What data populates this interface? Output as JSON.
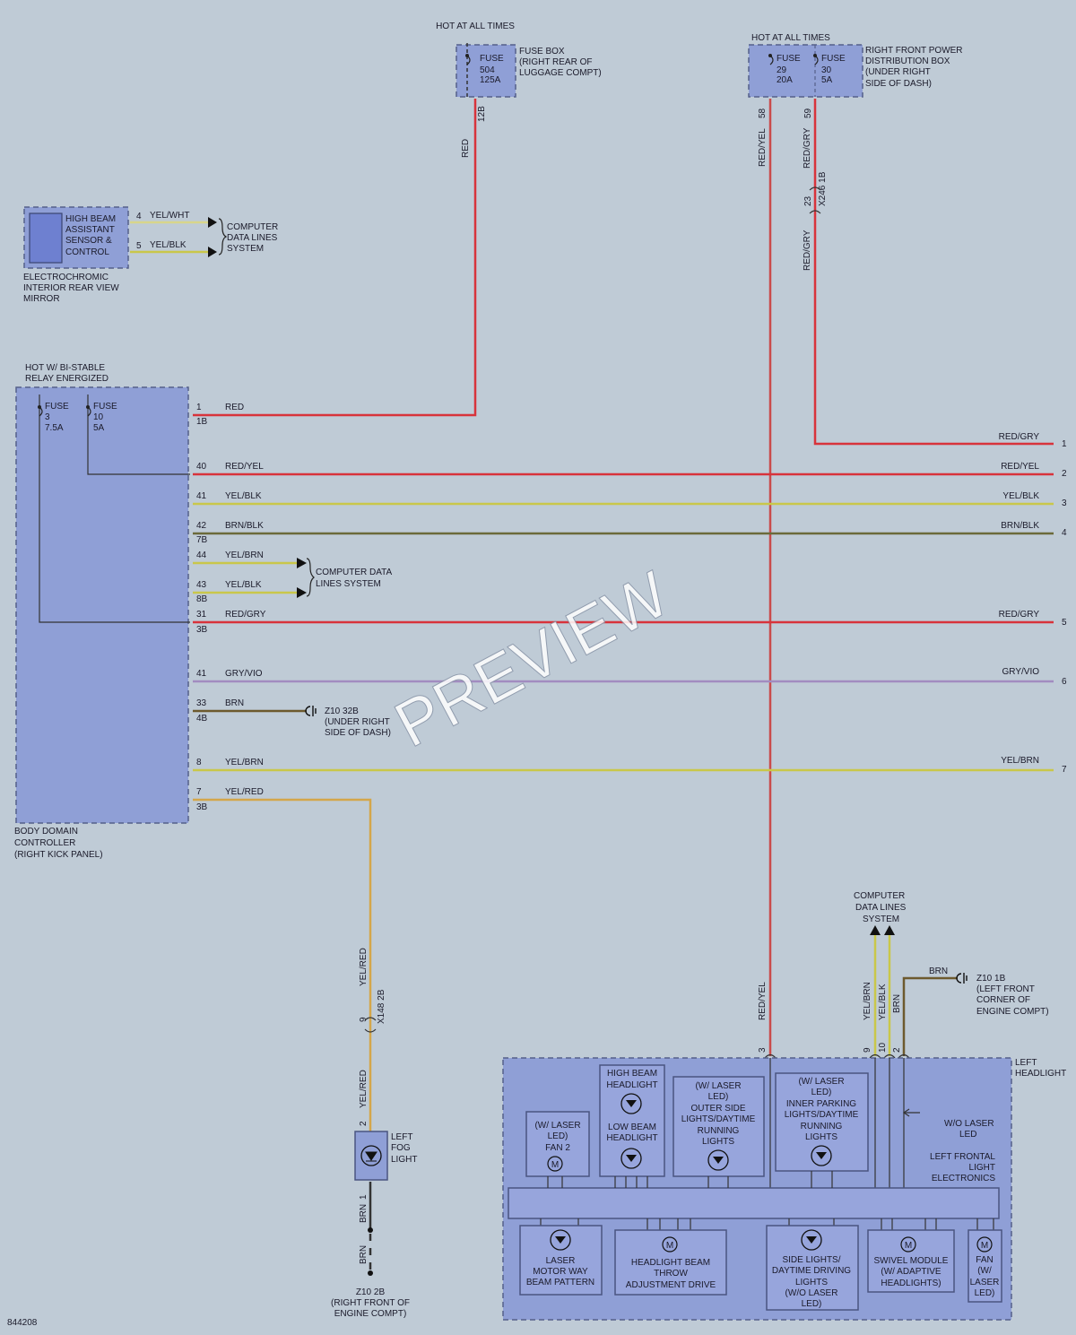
{
  "diagram_id": "844208",
  "watermark": "PREVIEW",
  "colors": {
    "background": "#bfcbd6",
    "red": "#d8333b",
    "yellow": "#c9c74a",
    "brown_black": "#6b6a3a",
    "gray_violet": "#a28cc0",
    "yellow_red": "#d4a64a",
    "brown": "#6d5a2e",
    "red_yellow": "#c94b4b",
    "component": "#8f9fd6"
  },
  "fuse_box_rear": {
    "hot": "HOT AT ALL TIMES",
    "fuse": "FUSE",
    "fuse_no": "504",
    "fuse_rating": "125A",
    "label_1": "FUSE BOX",
    "label_2": "(RIGHT REAR OF",
    "label_3": "LUGGAGE COMPT)",
    "pin": "12B",
    "wire": "RED"
  },
  "fuse_box_front": {
    "hot": "HOT AT ALL TIMES",
    "fuse_a": "FUSE",
    "fuse_a_no": "29",
    "fuse_a_rating": "20A",
    "fuse_b": "FUSE",
    "fuse_b_no": "30",
    "fuse_b_rating": "5A",
    "label_1": "RIGHT FRONT POWER",
    "label_2": "DISTRIBUTION BOX",
    "label_3": "(UNDER RIGHT",
    "label_4": "SIDE OF DASH)",
    "pin_a": "58",
    "pin_b": "59",
    "wire_a": "RED/YEL",
    "wire_b": "RED/GRY",
    "conn_pin": "23",
    "conn": "X246 1B",
    "wire_b2": "RED/GRY"
  },
  "mirror": {
    "box_1": "HIGH BEAM",
    "box_2": "ASSISTANT",
    "box_3": "SENSOR &",
    "box_4": "CONTROL",
    "label_1": "ELECTROCHROMIC",
    "label_2": "INTERIOR REAR VIEW",
    "label_3": "MIRROR",
    "pin_1": "4",
    "pin_2": "5",
    "wire_1": "YEL/WHT",
    "wire_2": "YEL/BLK",
    "dest_1": "COMPUTER",
    "dest_2": "DATA LINES",
    "dest_3": "SYSTEM"
  },
  "bdc": {
    "hot_1": "HOT W/ BI-STABLE",
    "hot_2": "RELAY ENERGIZED",
    "fuse_a": "FUSE",
    "fuse_a_no": "3",
    "fuse_a_rating": "7.5A",
    "fuse_b": "FUSE",
    "fuse_b_no": "10",
    "fuse_b_rating": "5A",
    "label_1": "BODY DOMAIN",
    "label_2": "CONTROLLER",
    "label_3": "(RIGHT KICK PANEL)"
  },
  "bdc_lines": [
    {
      "pin": "1",
      "conn": "1B",
      "wire": "RED"
    },
    {
      "pin": "40",
      "conn": "",
      "wire": "RED/YEL",
      "right": "RED/YEL",
      "num": "2"
    },
    {
      "pin": "41",
      "conn": "",
      "wire": "YEL/BLK",
      "right": "YEL/BLK",
      "num": "3"
    },
    {
      "pin": "42",
      "conn": "7B",
      "wire": "BRN/BLK",
      "right": "BRN/BLK",
      "num": "4"
    },
    {
      "pin": "44",
      "conn": "",
      "wire": "YEL/BRN"
    },
    {
      "pin": "43",
      "conn": "8B",
      "wire": "YEL/BLK"
    },
    {
      "pin": "31",
      "conn": "3B",
      "wire": "RED/GRY",
      "right": "RED/GRY",
      "num": "5"
    },
    {
      "pin": "41",
      "conn": "",
      "wire": "GRY/VIO",
      "right": "GRY/VIO",
      "num": "6"
    },
    {
      "pin": "33",
      "conn": "4B",
      "wire": "BRN"
    },
    {
      "pin": "8",
      "conn": "",
      "wire": "YEL/BRN",
      "right": "YEL/BRN",
      "num": "7"
    },
    {
      "pin": "7",
      "conn": "3B",
      "wire": "YEL/RED"
    }
  ],
  "right_gry": {
    "label": "RED/GRY",
    "num": "1"
  },
  "bdc_cdl": {
    "dest_1": "COMPUTER DATA",
    "dest_2": "LINES SYSTEM"
  },
  "z10_32b": {
    "name": "Z10 32B",
    "loc_1": "(UNDER RIGHT",
    "loc_2": "SIDE OF DASH)"
  },
  "fog": {
    "wire_a": "YEL/RED",
    "conn_pin": "9",
    "conn": "X148 2B",
    "wire_b": "YEL/RED",
    "pin_top": "2",
    "pin_bot": "1",
    "label_1": "LEFT",
    "label_2": "FOG",
    "label_3": "LIGHT",
    "wire_c": "BRN",
    "wire_d": "BRN",
    "gnd_1": "Z10 2B",
    "gnd_2": "(RIGHT FRONT OF",
    "gnd_3": "ENGINE COMPT)"
  },
  "headlight": {
    "title_1": "LEFT",
    "title_2": "HEADLIGHT",
    "pin_3": "3",
    "wire_3": "RED/YEL",
    "pin_9": "9",
    "pin_10": "10",
    "pin_2": "2",
    "wire_9": "YEL/BRN",
    "wire_10": "YEL/BLK",
    "wire_2": "BRN",
    "cdl_1": "COMPUTER",
    "cdl_2": "DATA LINES",
    "cdl_3": "SYSTEM",
    "brn": "BRN",
    "gnd_1": "Z10 1B",
    "gnd_2": "(LEFT FRONT",
    "gnd_3": "CORNER OF",
    "gnd_4": "ENGINE COMPT)",
    "wo_1": "W/O LASER",
    "wo_2": "LED",
    "lfle_1": "LEFT FRONTAL",
    "lfle_2": "LIGHT",
    "lfle_3": "ELECTRONICS",
    "fan2_1": "(W/ LASER",
    "fan2_2": "LED)",
    "fan2_3": "FAN 2",
    "hb_1": "HIGH BEAM",
    "hb_2": "HEADLIGHT",
    "lb_1": "LOW BEAM",
    "lb_2": "HEADLIGHT",
    "os_1": "(W/ LASER",
    "os_2": "LED)",
    "os_3": "OUTER SIDE",
    "os_4": "LIGHTS/DAYTIME",
    "os_5": "RUNNING",
    "os_6": "LIGHTS",
    "ip_1": "(W/ LASER",
    "ip_2": "LED)",
    "ip_3": "INNER PARKING",
    "ip_4": "LIGHTS/DAYTIME",
    "ip_5": "RUNNING",
    "ip_6": "LIGHTS",
    "lm_1": "LASER",
    "lm_2": "MOTOR WAY",
    "lm_3": "BEAM PATTERN",
    "ht_1": "HEADLIGHT BEAM",
    "ht_2": "THROW",
    "ht_3": "ADJUSTMENT DRIVE",
    "sl_1": "SIDE LIGHTS/",
    "sl_2": "DAYTIME DRIVING",
    "sl_3": "LIGHTS",
    "sl_4": "(W/O LASER",
    "sl_5": "LED)",
    "sw_1": "SWIVEL MODULE",
    "sw_2": "(W/ ADAPTIVE",
    "sw_3": "HEADLIGHTS)",
    "fan_1": "FAN",
    "fan_2": "(W/",
    "fan_3": "LASER",
    "fan_4": "LED)"
  }
}
